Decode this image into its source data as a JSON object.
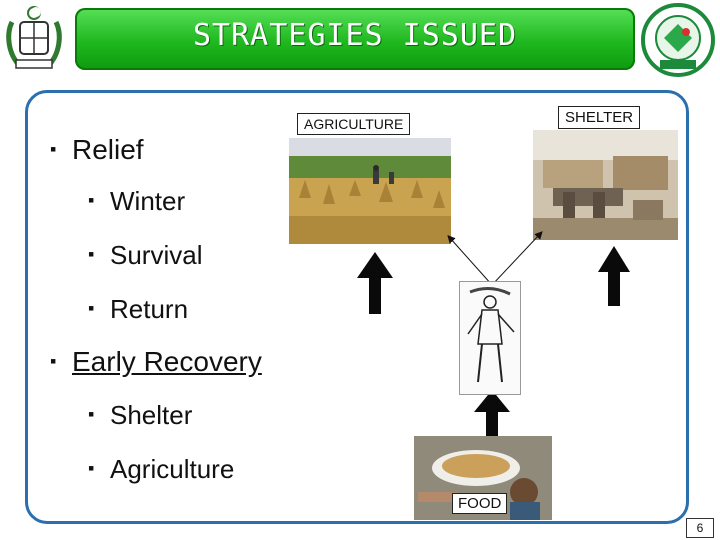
{
  "header": {
    "title": "STRATEGIES ISSUED"
  },
  "content": {
    "relief": "Relief",
    "winter": "Winter",
    "survival": "Survival",
    "return": "Return",
    "early_recovery": "Early Recovery",
    "shelter": "Shelter",
    "agriculture": "Agriculture"
  },
  "images": {
    "agriculture_label": "AGRICULTURE",
    "shelter_label": "SHELTER",
    "food_label": "FOOD"
  },
  "page": {
    "number": "6"
  },
  "colors": {
    "title_green": "#1fb81f",
    "panel_border": "#2a6fae"
  }
}
